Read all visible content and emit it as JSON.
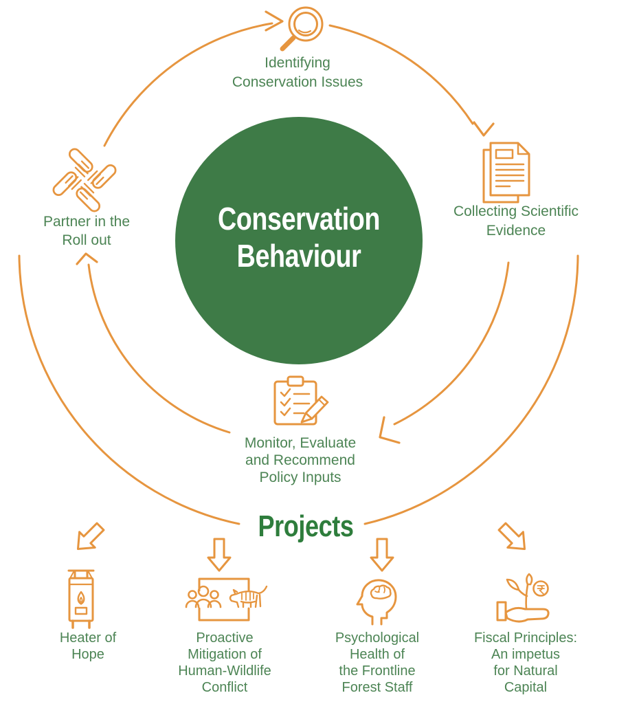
{
  "center": {
    "line1": "Conservation",
    "line2": "Behaviour"
  },
  "cycle": [
    {
      "label": "Identifying\nConservation Issues",
      "icon": "magnifier-icon"
    },
    {
      "label": "Collecting Scientific\nEvidence",
      "icon": "documents-icon"
    },
    {
      "label": "Monitor, Evaluate\nand Recommend\nPolicy Inputs",
      "icon": "clipboard-checklist-icon"
    },
    {
      "label": "Partner in the\nRoll out",
      "icon": "joined-hands-icon"
    }
  ],
  "projects": {
    "heading": "Projects",
    "items": [
      {
        "label": "Heater of\nHope",
        "icon": "heater-icon"
      },
      {
        "label": "Proactive\nMitigation of\nHuman-Wildlife\nConflict",
        "icon": "people-tiger-icon"
      },
      {
        "label": "Psychological\nHealth of\nthe Frontline\nForest Staff",
        "icon": "head-brain-icon"
      },
      {
        "label": "Fiscal Principles:\nAn impetus\nfor Natural\nCapital",
        "icon": "hand-plant-coin-icon"
      }
    ]
  },
  "colors": {
    "circle_green": "#3E7B47",
    "label_green": "#4C8454",
    "heading_green": "#2E7D3C",
    "line_orange": "#E6953F",
    "title_white": "#FFFFFF"
  }
}
